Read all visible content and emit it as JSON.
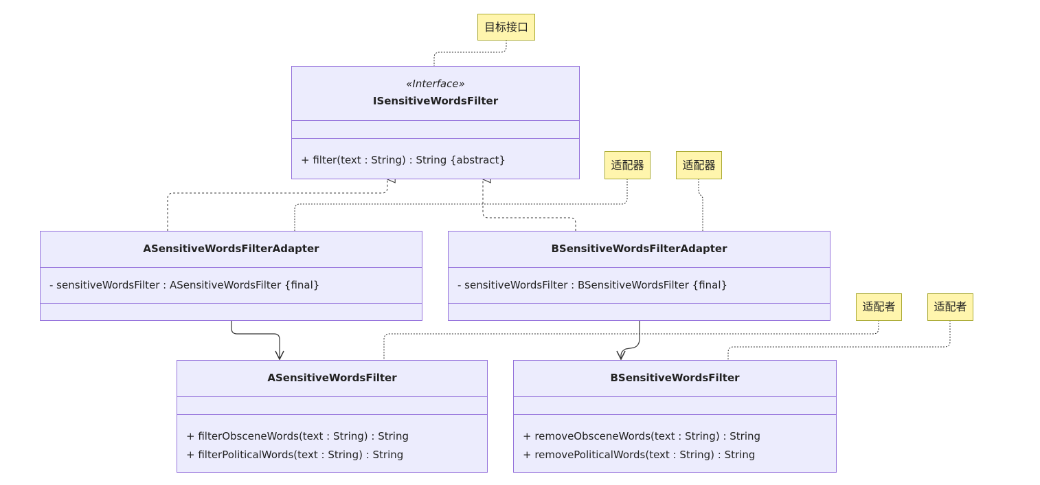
{
  "classes": {
    "isw": {
      "stereotype": "«Interface»",
      "name": "ISensitiveWordsFilter",
      "methods": [
        "+ filter(text : String) : String {abstract}"
      ]
    },
    "asa": {
      "name": "ASensitiveWordsFilterAdapter",
      "fields": [
        "- sensitiveWordsFilter : ASensitiveWordsFilter {final}"
      ]
    },
    "bsa": {
      "name": "BSensitiveWordsFilterAdapter",
      "fields": [
        "- sensitiveWordsFilter : BSensitiveWordsFilter {final}"
      ]
    },
    "asf": {
      "name": "ASensitiveWordsFilter",
      "methods": [
        "+ filterObsceneWords(text : String) : String",
        "+ filterPoliticalWords(text : String) : String"
      ]
    },
    "bsf": {
      "name": "BSensitiveWordsFilter",
      "methods": [
        "+ removeObsceneWords(text : String) : String",
        "+ removePoliticalWords(text : String) : String"
      ]
    }
  },
  "notes": {
    "target": "目标接口",
    "adapter_a": "适配器",
    "adapter_b": "适配器",
    "adaptee_a": "适配者",
    "adaptee_b": "适配者"
  },
  "colors": {
    "class_fill": "#ececfd",
    "class_border": "#9370db",
    "note_fill": "#fff5ad",
    "note_border": "#aaaa33",
    "edge": "#333333"
  }
}
